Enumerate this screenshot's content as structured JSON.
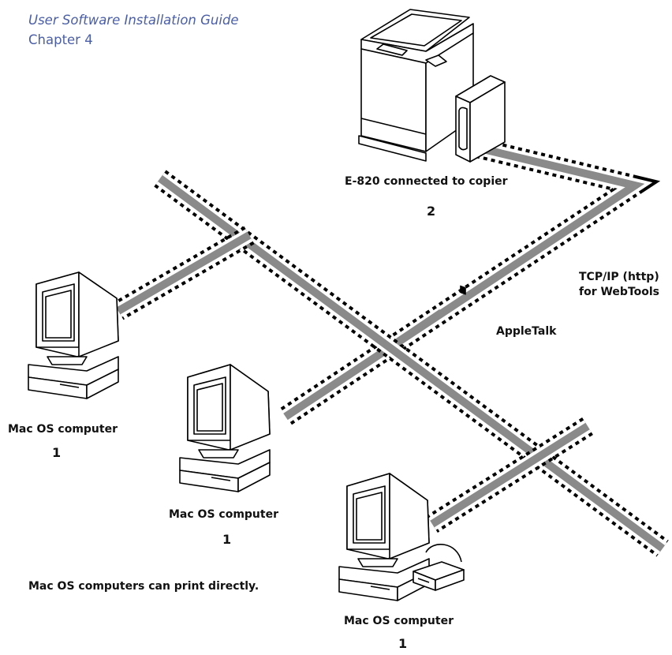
{
  "header": {
    "title": "User Software Installation Guide",
    "chapter": "Chapter 4"
  },
  "server": {
    "label": "E-820 connected to copier",
    "number": "2"
  },
  "networks": {
    "tcpip_line1": "TCP/IP (http)",
    "tcpip_line2": "for WebTools",
    "appletalk": "AppleTalk"
  },
  "computers": [
    {
      "label": "Mac OS computer",
      "number": "1"
    },
    {
      "label": "Mac OS computer",
      "number": "1"
    },
    {
      "label": "Mac OS computer",
      "number": "1"
    }
  ],
  "note": "Mac OS computers can print directly.",
  "colors": {
    "header_text": "#4a5ea8",
    "network_cable": "#8a8a8a",
    "dash": "#000000"
  }
}
